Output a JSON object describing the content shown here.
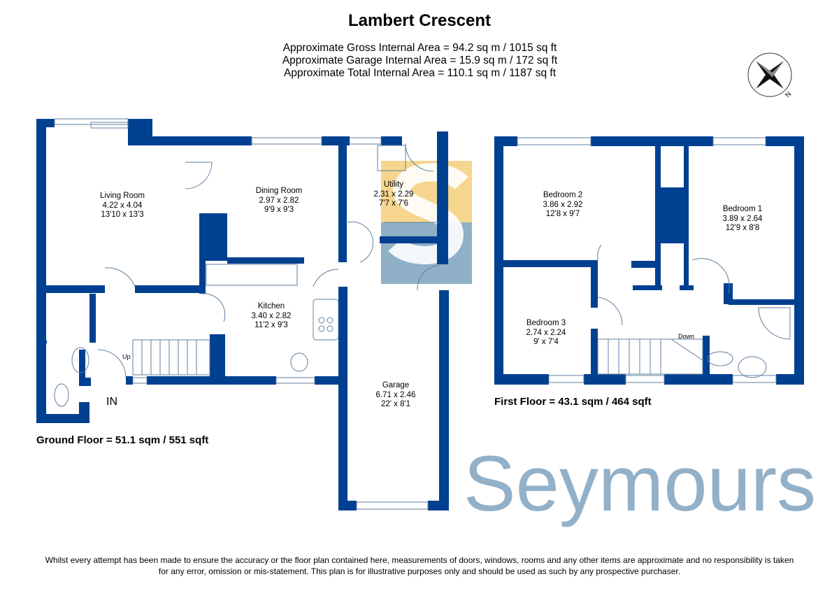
{
  "title": "Lambert Crescent",
  "areas": [
    "Approximate Gross Internal Area = 94.2 sq m / 1015 sq ft",
    "Approximate Garage Internal Area = 15.9 sq m / 172 sq ft",
    "Approximate Total Internal Area = 110.1 sq m / 1187 sq ft"
  ],
  "compass_icon": "north-compass-icon",
  "compass_letter": "N",
  "colors": {
    "wall": "#004090",
    "watermark": "#7fa3bf",
    "logo_top": "#f6d58e",
    "logo_bottom": "#8fb0c6"
  },
  "watermark": "Seymours",
  "ground_floor": {
    "label": "Ground Floor = 51.1 sqm / 551 sqft",
    "rooms": [
      {
        "name": "Living Room",
        "metric": "4.22 x 4.04",
        "imperial": "13'10 x 13'3"
      },
      {
        "name": "Dining Room",
        "metric": "2.97 x 2.82",
        "imperial": "9'9 x 9'3"
      },
      {
        "name": "Utility",
        "metric": "2.31 x 2.29",
        "imperial": "7'7 x 7'6"
      },
      {
        "name": "Kitchen",
        "metric": "3.40 x 2.82",
        "imperial": "11'2 x 9'3"
      },
      {
        "name": "Garage",
        "metric": "6.71 x 2.46",
        "imperial": "22' x 8'1"
      }
    ],
    "stairs_label": "Up",
    "entrance_label": "IN"
  },
  "first_floor": {
    "label": "First Floor = 43.1 sqm / 464 sqft",
    "rooms": [
      {
        "name": "Bedroom 2",
        "metric": "3.86 x 2.92",
        "imperial": "12'8 x 9'7"
      },
      {
        "name": "Bedroom 1",
        "metric": "3.89 x 2.64",
        "imperial": "12'9 x 8'8"
      },
      {
        "name": "Bedroom 3",
        "metric": "2.74 x 2.24",
        "imperial": "9' x 7'4"
      }
    ],
    "stairs_label": "Down"
  },
  "disclaimer": "Whilst every attempt has been made to ensure the accuracy or the floor plan contained here, measurements of doors, windows, rooms and any other items are approximate and no responsibility is taken for any error, omission or mis-statement. This plan is for illustrative purposes only and should be used as such by any prospective purchaser."
}
